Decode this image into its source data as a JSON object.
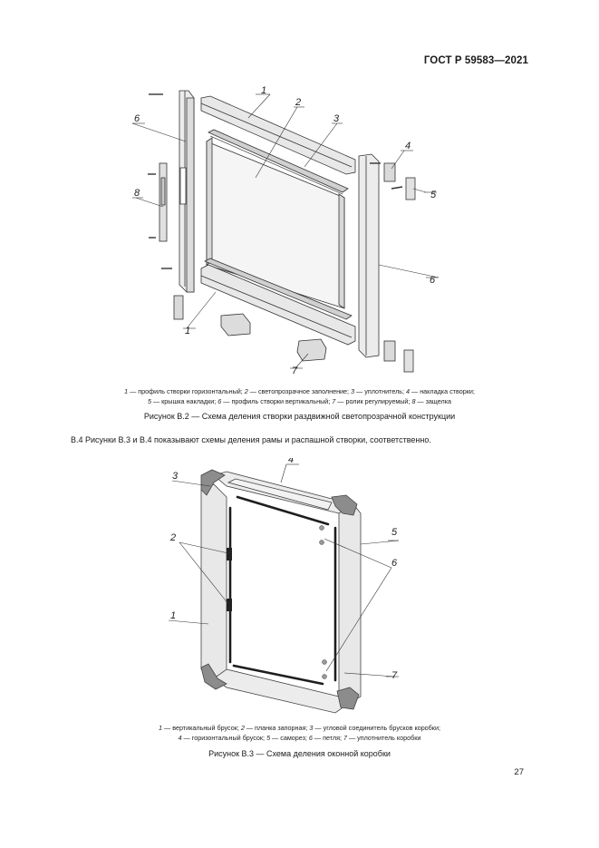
{
  "header": {
    "standard": "ГОСТ Р 59583—2021"
  },
  "figure_b2": {
    "callouts": [
      "1",
      "2",
      "3",
      "4",
      "5",
      "6",
      "8",
      "1",
      "6",
      "7"
    ],
    "legend_line1": [
      {
        "n": "1",
        "t": " — профиль створки горизонтальный; "
      },
      {
        "n": "2",
        "t": " — светопрозрачное заполнение; "
      },
      {
        "n": "3",
        "t": " — уплотнитель; "
      },
      {
        "n": "4",
        "t": " — накладка створки;"
      }
    ],
    "legend_line2": [
      {
        "n": "5",
        "t": " — крышка накладки; "
      },
      {
        "n": "6",
        "t": " — профиль створки вертикальный; "
      },
      {
        "n": "7",
        "t": " — ролик регулируемый; "
      },
      {
        "n": "8",
        "t": " — защелка"
      }
    ],
    "caption": "Рисунок В.2 — Схема деления створки раздвижной светопрозрачной конструкции"
  },
  "paragraph": "В.4 Рисунки В.3 и В.4 показывают схемы деления рамы и распашной створки, соответственно.",
  "figure_b3": {
    "callouts": [
      "3",
      "4",
      "2",
      "5",
      "6",
      "1",
      "7"
    ],
    "legend_line1": [
      {
        "n": "1",
        "t": " — вертикальный брусок; "
      },
      {
        "n": "2",
        "t": " — планка запорная; "
      },
      {
        "n": "3",
        "t": " — угловой соединитель брусков коробки;"
      }
    ],
    "legend_line2": [
      {
        "n": "4",
        "t": " — горизонтальный брусок; "
      },
      {
        "n": "5",
        "t": " — саморез; "
      },
      {
        "n": "6",
        "t": " — петля; "
      },
      {
        "n": "7",
        "t": " — уплотнитель коробки"
      }
    ],
    "caption": "Рисунок В.3 — Схема деления оконной коробки"
  },
  "page_number": "27",
  "colors": {
    "line": "#333333",
    "profile": "#e6e6e6",
    "glass": "#f7f7f7",
    "gasket": "#2a2a2a",
    "corner": "#8c8c8c"
  }
}
